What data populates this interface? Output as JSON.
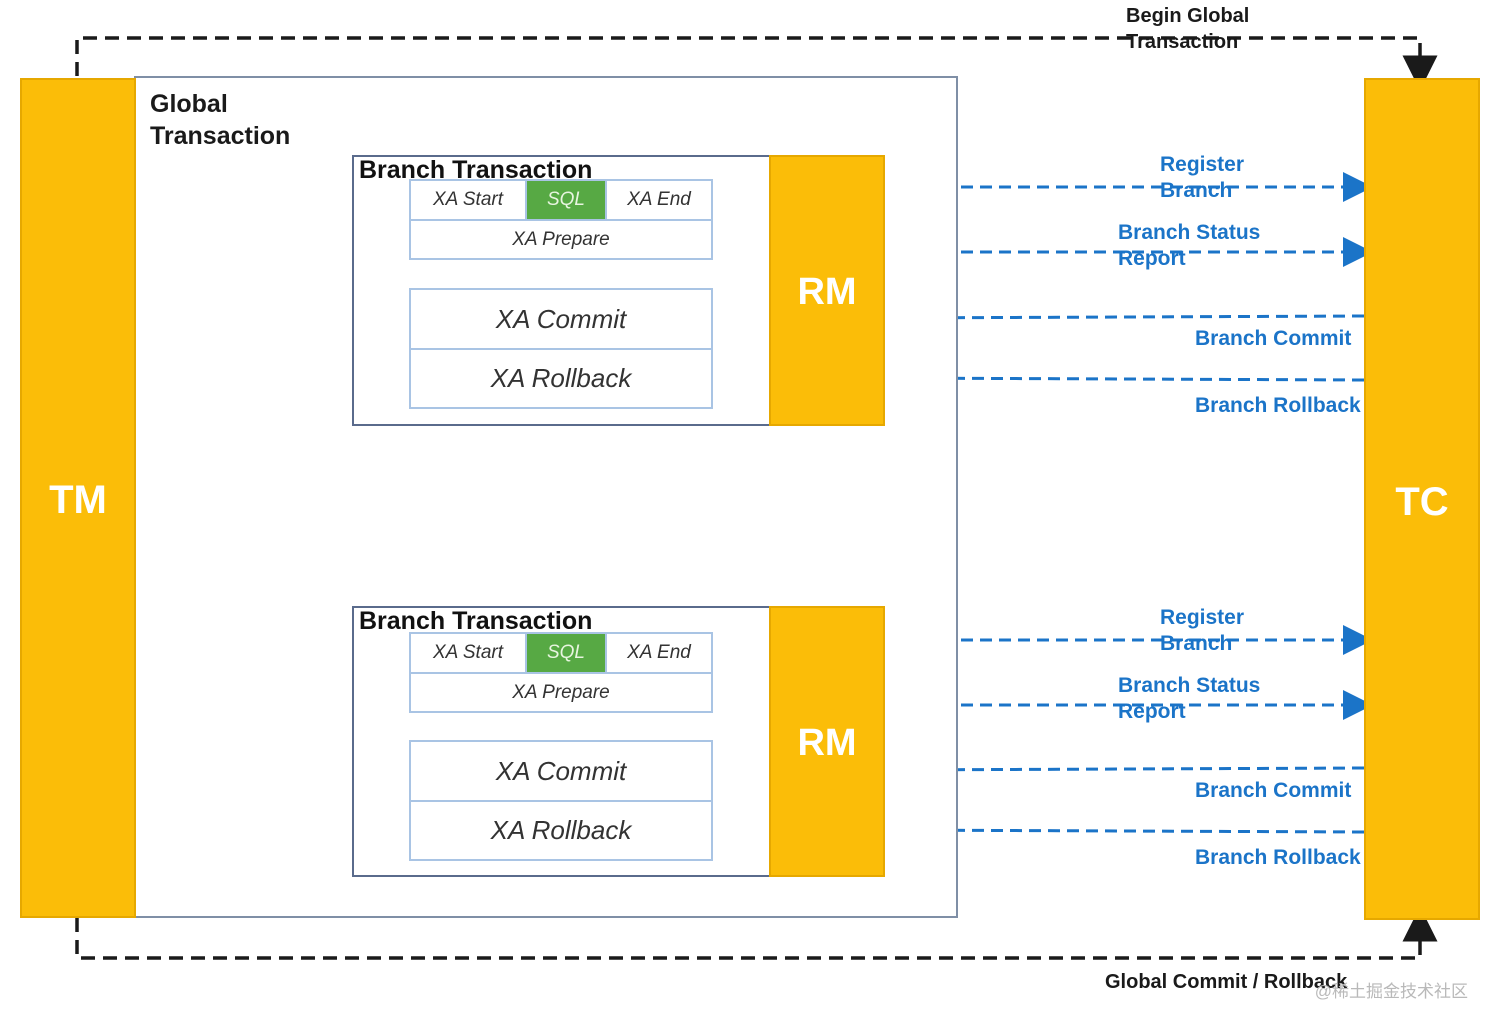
{
  "tm": {
    "label": "TM"
  },
  "tc": {
    "label": "TC"
  },
  "global": {
    "title_line1": "Global",
    "title_line2": "Transaction",
    "begin_line1": "Begin Global",
    "begin_line2": "Transaction",
    "end_label": "Global Commit / Rollback"
  },
  "branches": [
    {
      "title": "Branch Transaction",
      "rm_label": "RM",
      "xa_start": "XA Start",
      "sql": "SQL",
      "xa_end": "XA End",
      "xa_prepare": "XA Prepare",
      "xa_commit": "XA Commit",
      "xa_rollback": "XA Rollback"
    },
    {
      "title": "Branch Transaction",
      "rm_label": "RM",
      "xa_start": "XA Start",
      "sql": "SQL",
      "xa_end": "XA End",
      "xa_prepare": "XA Prepare",
      "xa_commit": "XA Commit",
      "xa_rollback": "XA Rollback"
    }
  ],
  "flows": [
    {
      "register_line1": "Register",
      "register_line2": "Branch",
      "status_line1": "Branch Status",
      "status_line2": "Report",
      "commit": "Branch Commit",
      "rollback": "Branch Rollback"
    },
    {
      "register_line1": "Register",
      "register_line2": "Branch",
      "status_line1": "Branch Status",
      "status_line2": "Report",
      "commit": "Branch Commit",
      "rollback": "Branch Rollback"
    }
  ],
  "watermark": "@稀土掘金技术社区",
  "colors": {
    "component": "#fbbd08",
    "flow": "#1b74c8",
    "sql": "#57a944",
    "cell_border": "#a9c4e4"
  }
}
